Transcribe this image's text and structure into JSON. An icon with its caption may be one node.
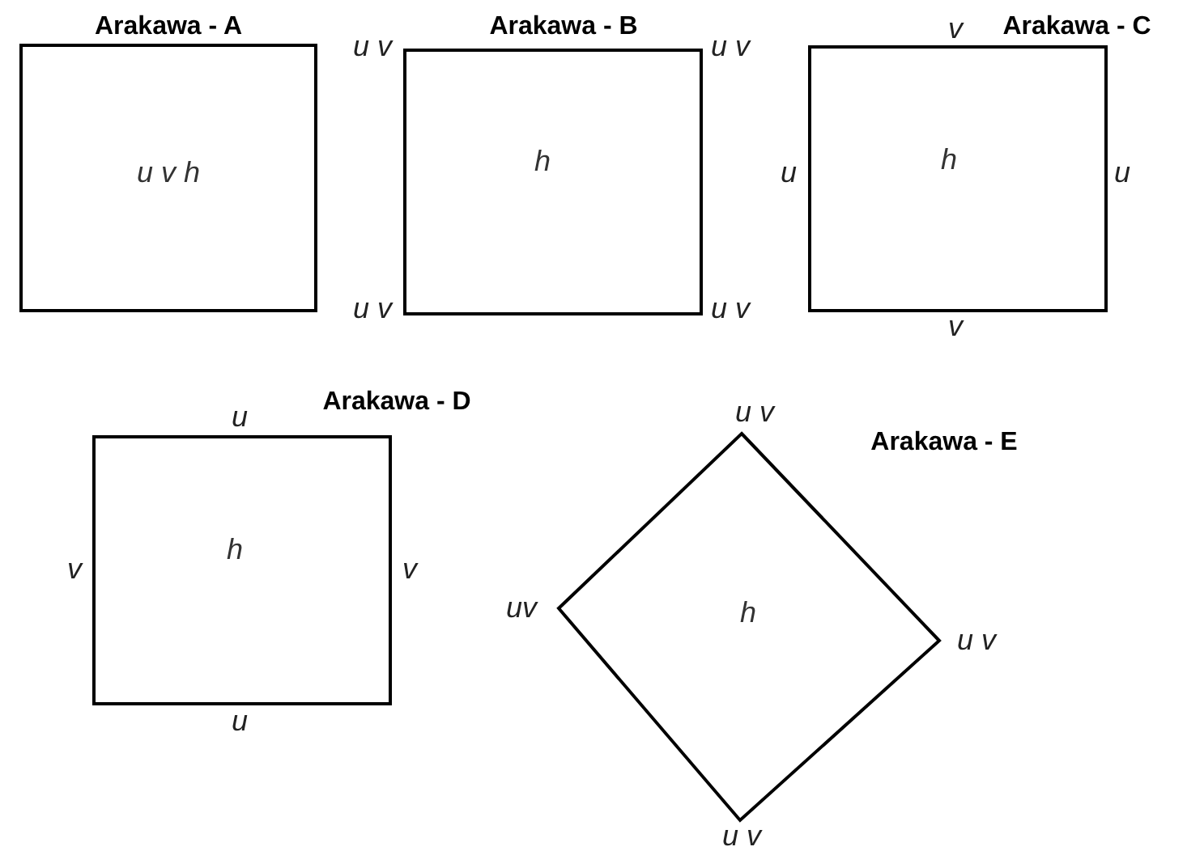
{
  "diagram": {
    "nodes": [
      {
        "text": [
          "Arakawa - A",
          "u v h"
        ]
      },
      {
        "text": [
          "Arakawa - B",
          "h"
        ]
      },
      {
        "text": [
          "Arakawa - C",
          "h"
        ]
      },
      {
        "text": [
          "Arakawa - D",
          "h"
        ]
      },
      {
        "text": [
          "Arakawa - E",
          "h"
        ]
      }
    ],
    "labels": [
      "u v",
      "u v",
      "u v",
      "u v",
      "v",
      "u",
      "u",
      "v",
      "u",
      "v",
      "v",
      "u",
      "u v",
      "uv",
      "u v",
      "u v"
    ]
  }
}
